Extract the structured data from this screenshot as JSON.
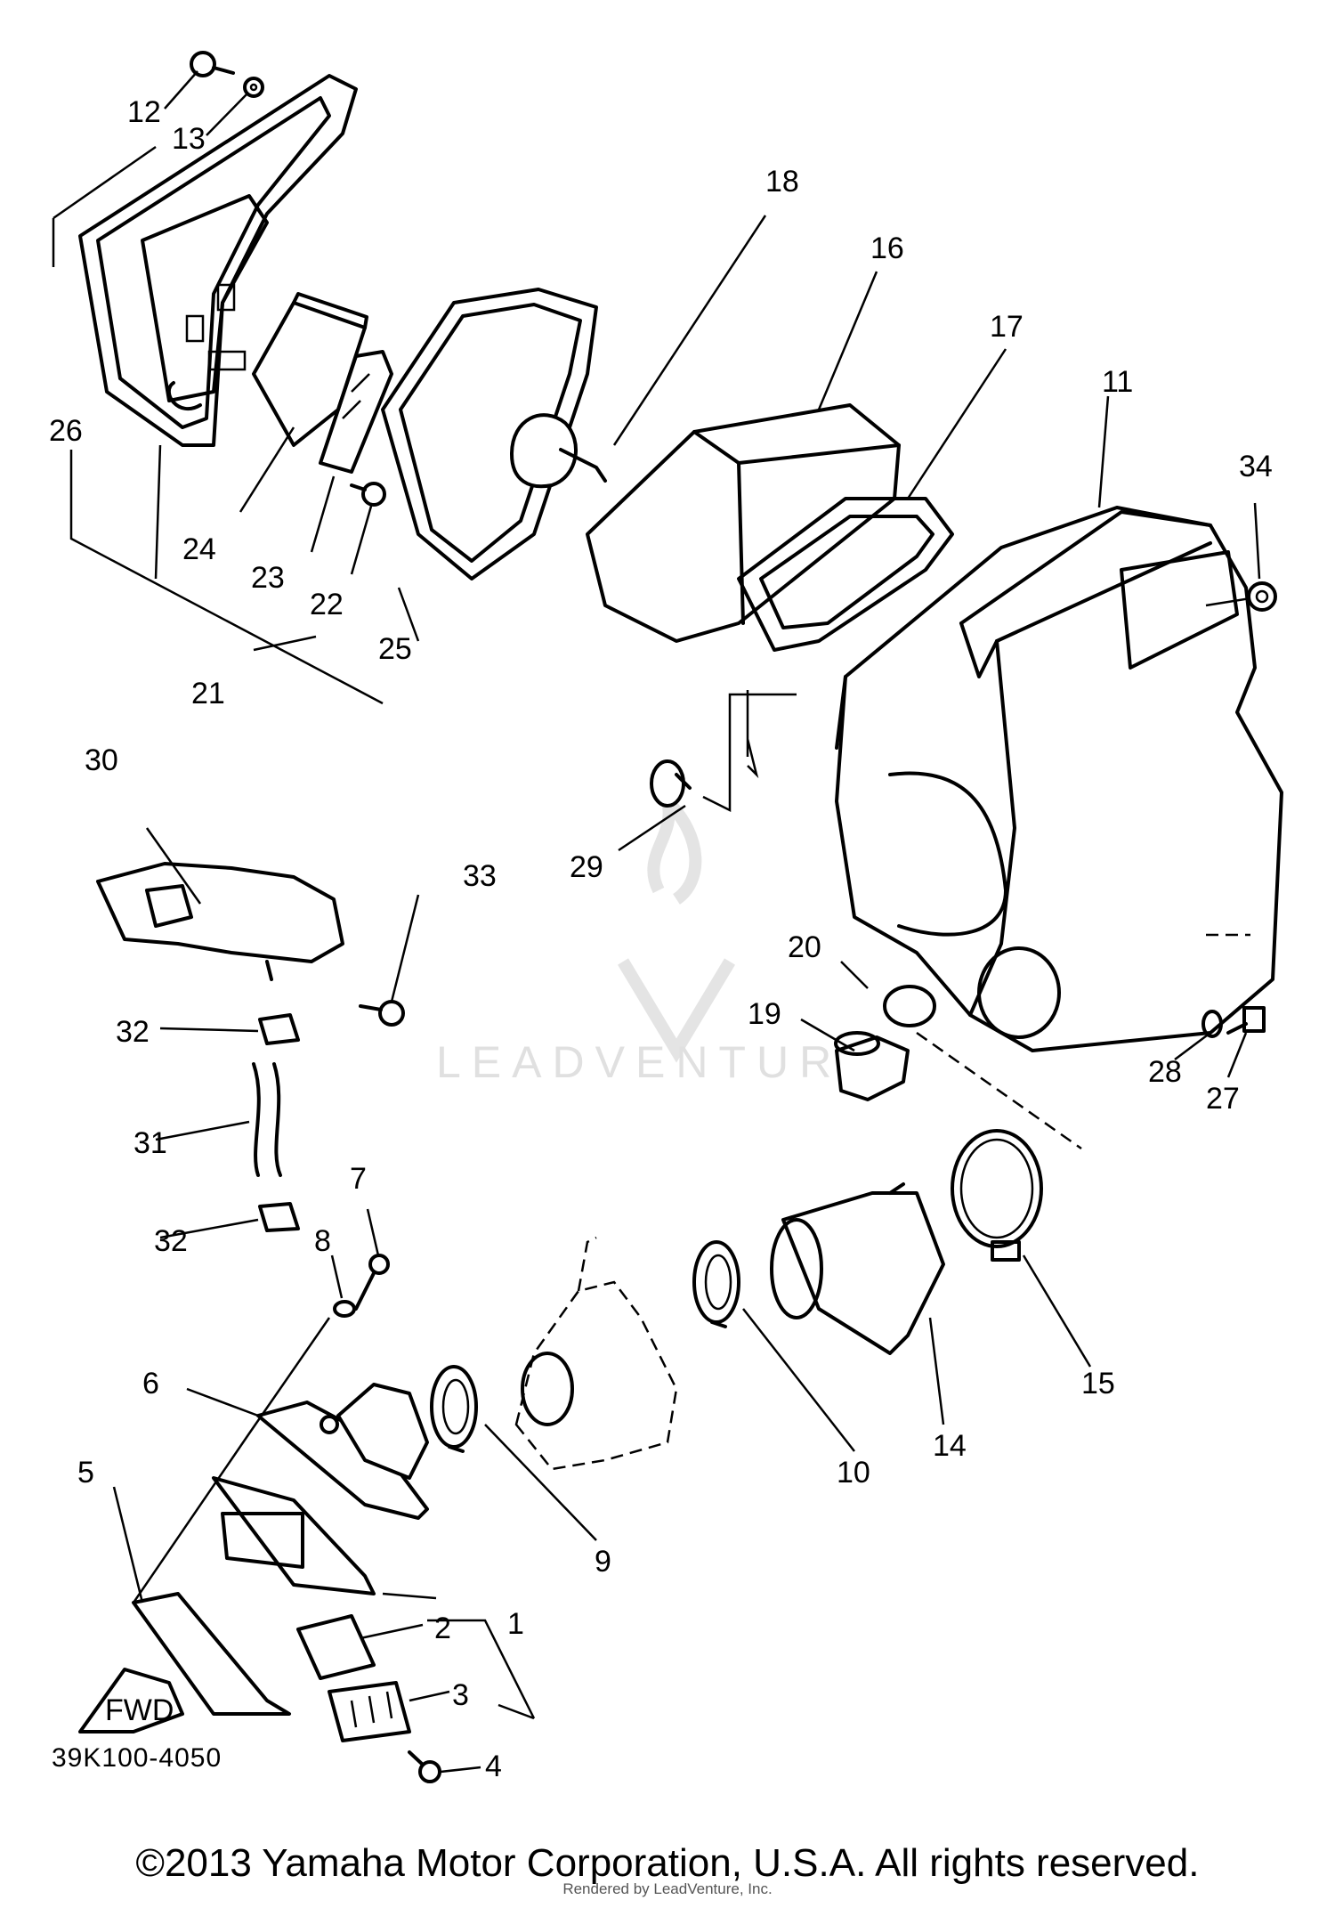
{
  "diagram": {
    "callouts": {
      "c1": "1",
      "c2": "2",
      "c3": "3",
      "c4": "4",
      "c5": "5",
      "c6": "6",
      "c7": "7",
      "c8": "8",
      "c9": "9",
      "c10": "10",
      "c11": "11",
      "c12": "12",
      "c13": "13",
      "c14": "14",
      "c15": "15",
      "c16": "16",
      "c17": "17",
      "c18": "18",
      "c19": "19",
      "c20": "20",
      "c21": "21",
      "c22": "22",
      "c23": "23",
      "c24": "24",
      "c25": "25",
      "c26": "26",
      "c27": "27",
      "c28": "28",
      "c29": "29",
      "c30": "30",
      "c31": "31",
      "c32a": "32",
      "c32b": "32",
      "c33": "33",
      "c34": "34"
    },
    "fwd_label": "FWD",
    "code": "39K100-4050"
  },
  "watermark": {
    "text": "LEADVENTURE"
  },
  "footer": {
    "copyright": "©2013 Yamaha Motor Corporation, U.S.A. All rights reserved.",
    "rendered_by": "Rendered by LeadVenture, Inc."
  }
}
